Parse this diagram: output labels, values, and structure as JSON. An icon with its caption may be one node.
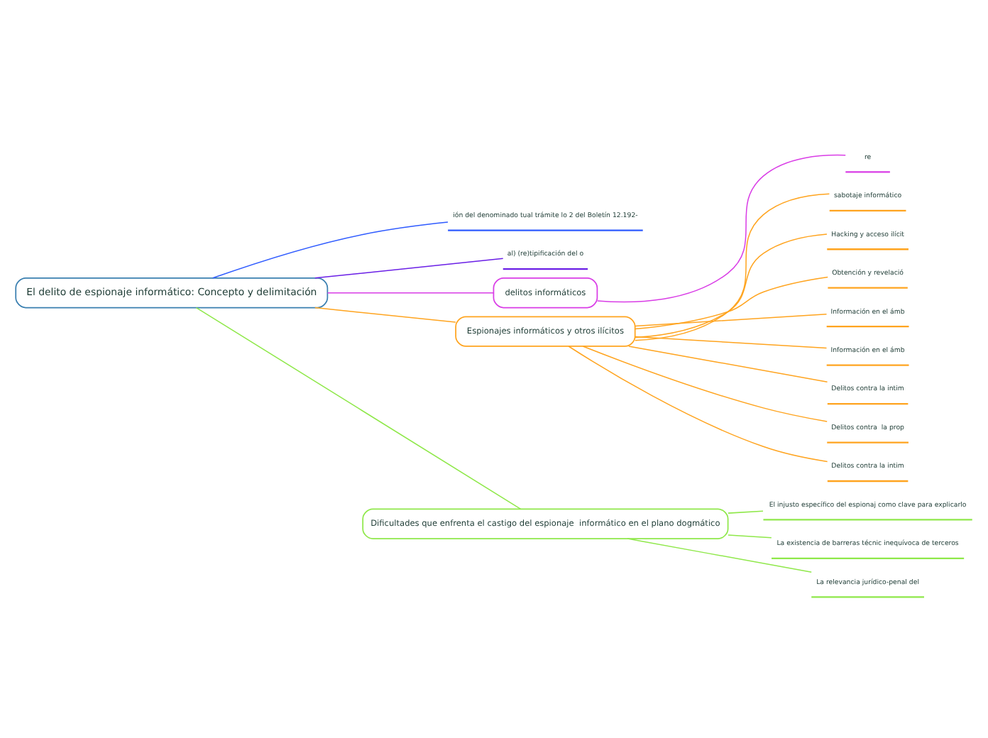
{
  "diagram": {
    "nodes": [
      {
        "text": [
          "El delito de espionaje informático: Concepto y delimitación"
        ]
      },
      {
        "text": [
          "ión del denominado tual trámite lo 2 del Boletín 12.192-"
        ]
      },
      {
        "text": [
          "al) (re)tipificación del o"
        ]
      },
      {
        "text": [
          "delitos informáticos"
        ]
      },
      {
        "text": [
          "re"
        ]
      },
      {
        "text": [
          "Espionajes informáticos y otros ilícitos"
        ]
      },
      {
        "text": [
          "sabotaje informático"
        ]
      },
      {
        "text": [
          "Hacking y acceso ilícit"
        ]
      },
      {
        "text": [
          "Obtención y revelació"
        ]
      },
      {
        "text": [
          "Información en el ámb"
        ]
      },
      {
        "text": [
          "Información en el ámb"
        ]
      },
      {
        "text": [
          "Delitos contra la intim"
        ]
      },
      {
        "text": [
          "Delitos contra  la prop"
        ]
      },
      {
        "text": [
          "Delitos contra la intim"
        ]
      },
      {
        "text": [
          "Dificultades que enfrenta el castigo del espionaje  informático en el plano dogmático"
        ]
      },
      {
        "text": [
          "El injusto específico del espionaj como clave para explicarlo"
        ]
      },
      {
        "text": [
          "La existencia de barreras técnic inequívoca de terceros"
        ]
      },
      {
        "text": [
          "La relevancia jurídico-penal del"
        ]
      }
    ],
    "edges": [
      {
        "from": 0,
        "to": 1,
        "arrow": "none",
        "color": "#2f5bff"
      },
      {
        "from": 0,
        "to": 2,
        "arrow": "none",
        "color": "#6a1fe6"
      },
      {
        "from": 0,
        "to": 3,
        "arrow": "none",
        "color": "#d93de6"
      },
      {
        "from": 3,
        "to": 4,
        "arrow": "none",
        "color": "#d93de6"
      },
      {
        "from": 0,
        "to": 5,
        "arrow": "none"
      },
      {
        "from": 5,
        "to": 6,
        "arrow": "none"
      },
      {
        "from": 5,
        "to": 7,
        "arrow": "none"
      },
      {
        "from": 5,
        "to": 8,
        "arrow": "none"
      },
      {
        "from": 5,
        "to": 9,
        "arrow": "none"
      },
      {
        "from": 5,
        "to": 10,
        "arrow": "none"
      },
      {
        "from": 5,
        "to": 11,
        "arrow": "none"
      },
      {
        "from": 5,
        "to": 12,
        "arrow": "none"
      },
      {
        "from": 5,
        "to": 13,
        "arrow": "none"
      },
      {
        "from": 0,
        "to": 14,
        "arrow": "none",
        "color": "#8fe84a"
      },
      {
        "from": 14,
        "to": 15,
        "arrow": "none",
        "color": "#8fe84a"
      },
      {
        "from": 14,
        "to": 16,
        "arrow": "none",
        "color": "#8fe84a"
      },
      {
        "from": 14,
        "to": 17,
        "arrow": "none",
        "color": "#8fe84a"
      }
    ]
  }
}
